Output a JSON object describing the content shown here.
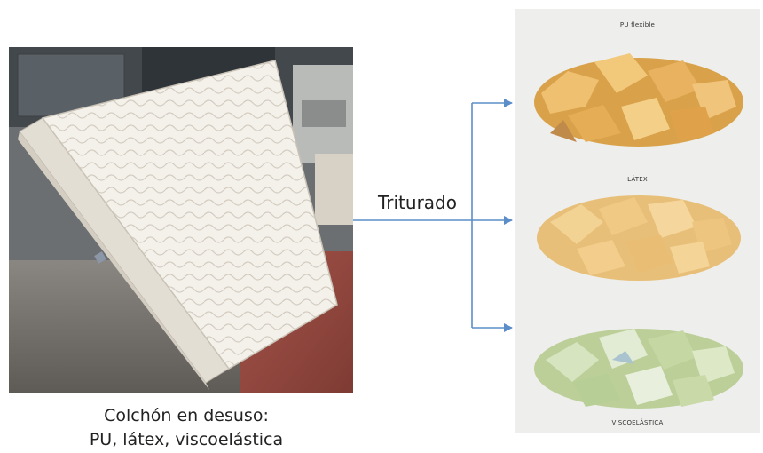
{
  "caption": {
    "line1": "Colchón en desuso:",
    "line2": "PU, látex, viscoelástica"
  },
  "process_label": "Triturado",
  "foam_labels": {
    "pu": "PU flexible",
    "latex": "LÁTEX",
    "visco": "VISCOELÁSTICA"
  },
  "colors": {
    "arrow": "#5b8ec9",
    "pu_foam": "#e6b35a",
    "latex_foam": "#ecc57a",
    "visco_foam": "#c9d9a8"
  }
}
